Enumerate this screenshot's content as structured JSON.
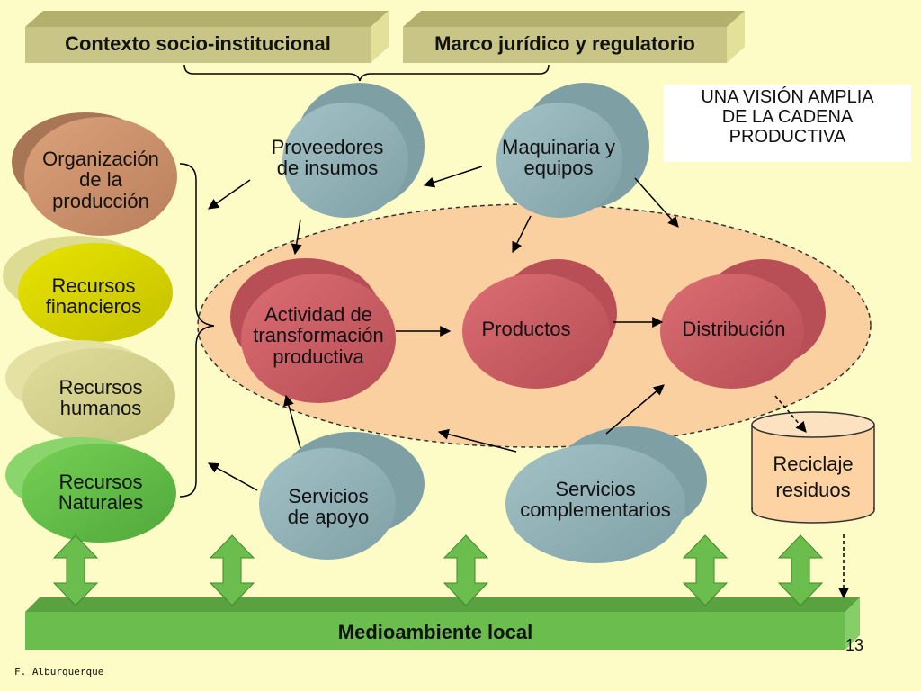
{
  "slide": {
    "top_boxes": {
      "context": "Contexto socio-institucional",
      "legal": "Marco jurídico y regulatorio"
    },
    "vision_note": [
      "UNA VISIÓN AMPLIA",
      "DE LA CADENA",
      "PRODUCTIVA"
    ],
    "resources": {
      "organization": [
        "Organización",
        "de la",
        "producción"
      ],
      "financial": [
        "Recursos",
        "financieros"
      ],
      "human": [
        "Recursos",
        "humanos"
      ],
      "natural": [
        "Recursos",
        "Naturales"
      ]
    },
    "suppliers": {
      "inputs": [
        "Proveedores",
        "de insumos"
      ],
      "machinery": [
        "Maquinaria y",
        "equipos"
      ]
    },
    "core": {
      "transformation": [
        "Actividad de",
        "transformación",
        "productiva"
      ],
      "products": "Productos",
      "distribution": "Distribución"
    },
    "services": {
      "support": [
        "Servicios",
        "de apoyo"
      ],
      "complementary": [
        "Servicios",
        "complementarios"
      ]
    },
    "recycling": [
      "Reciclaje",
      "residuos"
    ],
    "environment": "Medioambiente local",
    "slide_number": "13",
    "author": "F. Alburquerque"
  },
  "colors": {
    "background": "#fdfbc6",
    "box_olive": "#c9c586",
    "bubble_teal": "#8fb0b5",
    "bubble_red": "#c95a61",
    "ellipse_fill": "#fbd0a1",
    "resource_tan": "#c68d6a",
    "resource_yellow": "#d6d400",
    "resource_olive": "#d2cf8a",
    "resource_green": "#64c04b",
    "environment_green": "#6bbe4e",
    "recycle_fill": "#fdd3a3"
  }
}
